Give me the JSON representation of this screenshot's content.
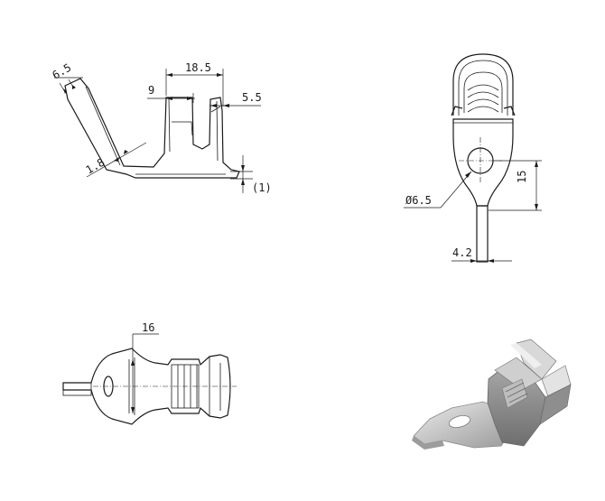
{
  "views": {
    "side": {
      "dims": {
        "flange": "6.5",
        "thickness": "1.8",
        "overall": "18.5",
        "slot": "9",
        "tab": "5.5",
        "offset": "(1)"
      }
    },
    "front": {
      "dims": {
        "hole_dia": "Ø6.5",
        "center_height": "15",
        "tail_width": "4.2"
      }
    },
    "top": {
      "dims": {
        "width": "16"
      }
    },
    "iso": {}
  },
  "colors": {
    "line": "#1a1a1a",
    "background": "#ffffff",
    "render_light": "#d6d6d6",
    "render_dark": "#7c7c7c"
  }
}
